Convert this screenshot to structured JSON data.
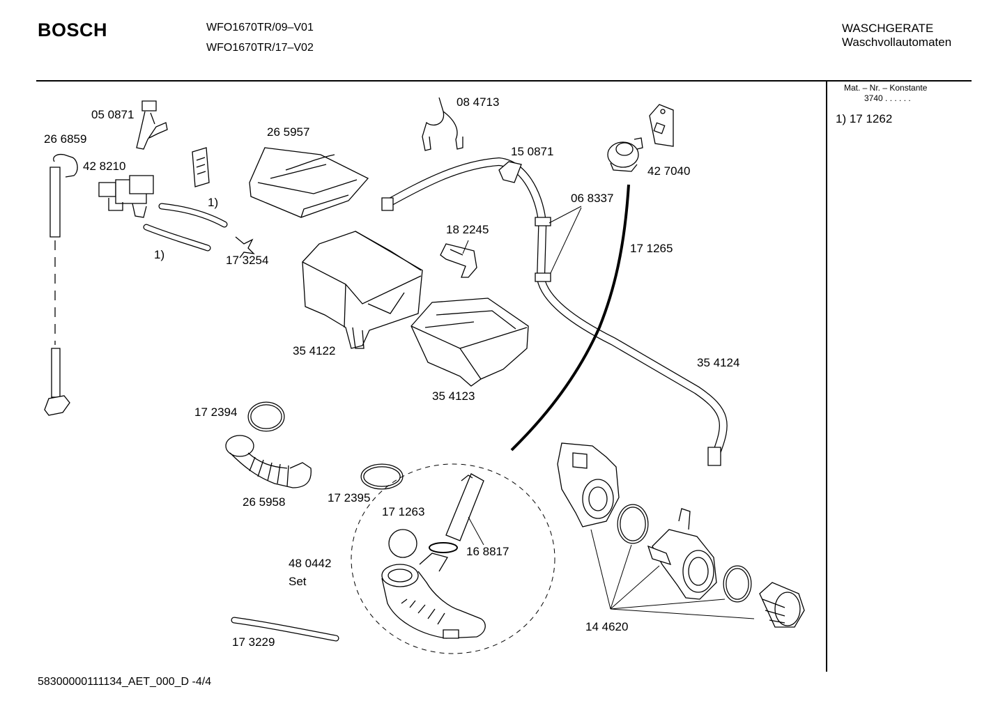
{
  "header": {
    "brand": "BOSCH",
    "models": [
      "WFO1670TR/09–V01",
      "WFO1670TR/17–V02"
    ],
    "category_line1": "WASCHGERATE",
    "category_line2": "Waschvollautomaten"
  },
  "sidebar": {
    "heading": "Mat. – Nr. – Konstante",
    "value": "3740  .  .  .  .  .  .",
    "note": "1)  17 1262"
  },
  "labels": {
    "p050871": "05 0871",
    "p266859": "26 6859",
    "p428210": "42 8210",
    "p265957": "26 5957",
    "p084713": "08 4713",
    "p150871": "15 0871",
    "p427040": "42 7040",
    "p068337": "06 8337",
    "p182245": "18 2245",
    "p171265": "17 1265",
    "fn1a": "1)",
    "fn1b": "1)",
    "p173254": "17 3254",
    "p354122": "35 4122",
    "p354124": "35 4124",
    "p354123": "35 4123",
    "p172394": "17 2394",
    "p265958": "26 5958",
    "p172395": "17 2395",
    "p171263": "17 1263",
    "p168817": "16 8817",
    "p480442": "48 0442",
    "set": "Set",
    "p173229": "17 3229",
    "p144620": "14 4620"
  },
  "footer": {
    "doc_id": "58300000111134_AET_000_D -4/4"
  }
}
